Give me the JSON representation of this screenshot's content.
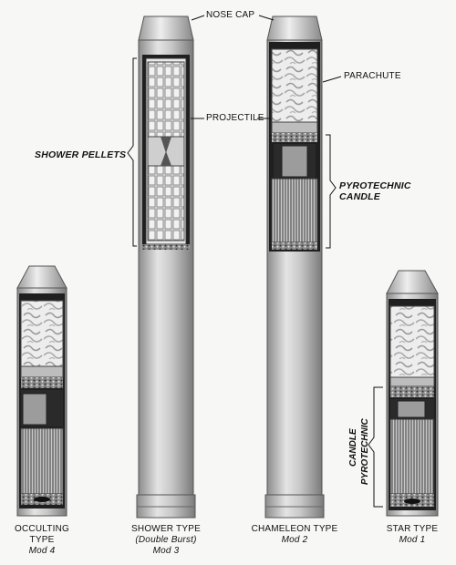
{
  "labels": {
    "nose_cap": "NOSE CAP",
    "parachute": "PARACHUTE",
    "projectile": "PROJECTILE",
    "shower_pellets": "SHOWER PELLETS",
    "pyrotechnic_candle_line1": "PYROTECHNIC",
    "pyrotechnic_candle_line2": "CANDLE",
    "candle_pyrotechnic_line1": "CANDLE",
    "candle_pyrotechnic_line2": "PYROTECHNIC"
  },
  "rounds": [
    {
      "name_line1": "OCCULTING",
      "name_line2": "TYPE",
      "name_line3": "",
      "mod": "Mod 4"
    },
    {
      "name_line1": "SHOWER TYPE",
      "name_line2": "(Double Burst)",
      "name_line3": "",
      "mod": "Mod 3"
    },
    {
      "name_line1": "CHAMELEON TYPE",
      "name_line2": "",
      "name_line3": "",
      "mod": "Mod 2"
    },
    {
      "name_line1": "STAR TYPE",
      "name_line2": "",
      "name_line3": "",
      "mod": "Mod 1"
    }
  ]
}
